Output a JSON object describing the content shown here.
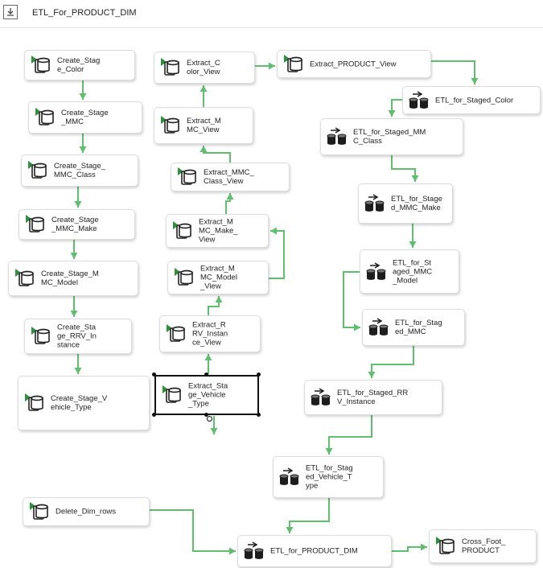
{
  "package": {
    "title": "ETL_For_PRODUCT_DIM",
    "icon": "package-icon"
  },
  "colors": {
    "connector": "#5fbf6f",
    "task_border": "#dcdcdc",
    "selected_border": "#111111",
    "execute_sql_icon": "#2e8f3d",
    "data_flow_icon": "#1d1d1d"
  },
  "tasks": [
    {
      "id": "create_stage_color",
      "label": "Create_Stag\ne_Color",
      "icon": "execute-sql-task-icon"
    },
    {
      "id": "create_stage_mmc",
      "label": "Create_Stage\n_MMC",
      "icon": "execute-sql-task-icon"
    },
    {
      "id": "create_stage_mmc_class",
      "label": "Create_Stage_\nMMC_Class",
      "icon": "execute-sql-task-icon"
    },
    {
      "id": "create_stage_mmc_make",
      "label": "Create_Stage\n_MMC_Make",
      "icon": "execute-sql-task-icon"
    },
    {
      "id": "create_stage_mmc_model",
      "label": "Create_Stage_M\nMC_Model",
      "icon": "execute-sql-task-icon"
    },
    {
      "id": "create_stage_rrv_instance",
      "label": "Create_Sta\nge_RRV_In\nstance",
      "icon": "execute-sql-task-icon"
    },
    {
      "id": "create_stage_vehicle_type",
      "label": "Create_Stage_V\nehicle_Type",
      "icon": "execute-sql-task-icon"
    },
    {
      "id": "extract_color_view",
      "label": "Extract_C\nolor_View",
      "icon": "execute-sql-task-icon"
    },
    {
      "id": "extract_mmc_view",
      "label": "Extract_M\nMC_View",
      "icon": "execute-sql-task-icon"
    },
    {
      "id": "extract_mmc_class_view",
      "label": "Extract_MMC_\nClass_View",
      "icon": "execute-sql-task-icon"
    },
    {
      "id": "extract_mmc_make_view",
      "label": "Extract_M\nMC_Make_\nView",
      "icon": "execute-sql-task-icon"
    },
    {
      "id": "extract_mmc_model_view",
      "label": "Extract_M\nMC_Model\n_View",
      "icon": "execute-sql-task-icon"
    },
    {
      "id": "extract_rrv_instance_view",
      "label": "Extract_R\nRV_Instan\nce_View",
      "icon": "execute-sql-task-icon"
    },
    {
      "id": "extract_stage_vehicle_type",
      "label": "Extract_Sta\nge_Vehicle\n_Type",
      "icon": "execute-sql-task-icon",
      "selected": true
    },
    {
      "id": "extract_product_view",
      "label": "Extract_PRODUCT_View",
      "icon": "execute-sql-task-icon"
    },
    {
      "id": "etl_for_staged_color",
      "label": "ETL_for_Staged_Color",
      "icon": "data-flow-task-icon"
    },
    {
      "id": "etl_for_staged_mmc_class",
      "label": "ETL_for_Staged_MM\nC_Class",
      "icon": "data-flow-task-icon"
    },
    {
      "id": "etl_for_staged_mmc_make",
      "label": "ETL_for_Stage\nd_MMC_Make",
      "icon": "data-flow-task-icon"
    },
    {
      "id": "etl_for_staged_mmc_model",
      "label": "ETL_for_St\naged_MMC\n_Model",
      "icon": "data-flow-task-icon"
    },
    {
      "id": "etl_for_staged_mmc",
      "label": "ETL_for_Stag\ned_MMC",
      "icon": "data-flow-task-icon"
    },
    {
      "id": "etl_for_staged_rrv_instance",
      "label": "ETL_for_Staged_RR\nV_Instance",
      "icon": "data-flow-task-icon"
    },
    {
      "id": "etl_for_staged_vehicle_type",
      "label": "ETL_for_Stag\ned_Vehicle_T\nype",
      "icon": "data-flow-task-icon"
    },
    {
      "id": "delete_dim_rows",
      "label": "Delete_Dim_rows",
      "icon": "execute-sql-task-icon"
    },
    {
      "id": "etl_for_product_dim",
      "label": "ETL_for_PRODUCT_DIM",
      "icon": "data-flow-task-icon"
    },
    {
      "id": "cross_foot_product",
      "label": "Cross_Foot_\nPRODUCT",
      "icon": "execute-sql-task-icon"
    }
  ],
  "precedence_constraints": [
    [
      "create_stage_color",
      "create_stage_mmc"
    ],
    [
      "create_stage_mmc",
      "create_stage_mmc_class"
    ],
    [
      "create_stage_mmc_class",
      "create_stage_mmc_make"
    ],
    [
      "create_stage_mmc_make",
      "create_stage_mmc_model"
    ],
    [
      "create_stage_mmc_model",
      "create_stage_rrv_instance"
    ],
    [
      "create_stage_rrv_instance",
      "create_stage_vehicle_type"
    ],
    [
      "extract_stage_vehicle_type",
      "extract_rrv_instance_view"
    ],
    [
      "extract_rrv_instance_view",
      "extract_mmc_model_view"
    ],
    [
      "extract_mmc_model_view",
      "extract_mmc_make_view"
    ],
    [
      "extract_mmc_make_view",
      "extract_mmc_class_view"
    ],
    [
      "extract_mmc_class_view",
      "extract_mmc_view"
    ],
    [
      "extract_mmc_view",
      "extract_color_view"
    ],
    [
      "extract_color_view",
      "extract_product_view"
    ],
    [
      "extract_product_view",
      "etl_for_staged_color"
    ],
    [
      "etl_for_staged_color",
      "etl_for_staged_mmc_class"
    ],
    [
      "etl_for_staged_mmc_class",
      "etl_for_staged_mmc_make"
    ],
    [
      "etl_for_staged_mmc_make",
      "etl_for_staged_mmc_model"
    ],
    [
      "etl_for_staged_mmc_model",
      "etl_for_staged_mmc"
    ],
    [
      "etl_for_staged_mmc",
      "etl_for_staged_rrv_instance"
    ],
    [
      "etl_for_staged_rrv_instance",
      "etl_for_staged_vehicle_type"
    ],
    [
      "etl_for_staged_vehicle_type",
      "etl_for_product_dim"
    ],
    [
      "delete_dim_rows",
      "etl_for_product_dim"
    ],
    [
      "etl_for_product_dim",
      "cross_foot_product"
    ]
  ]
}
